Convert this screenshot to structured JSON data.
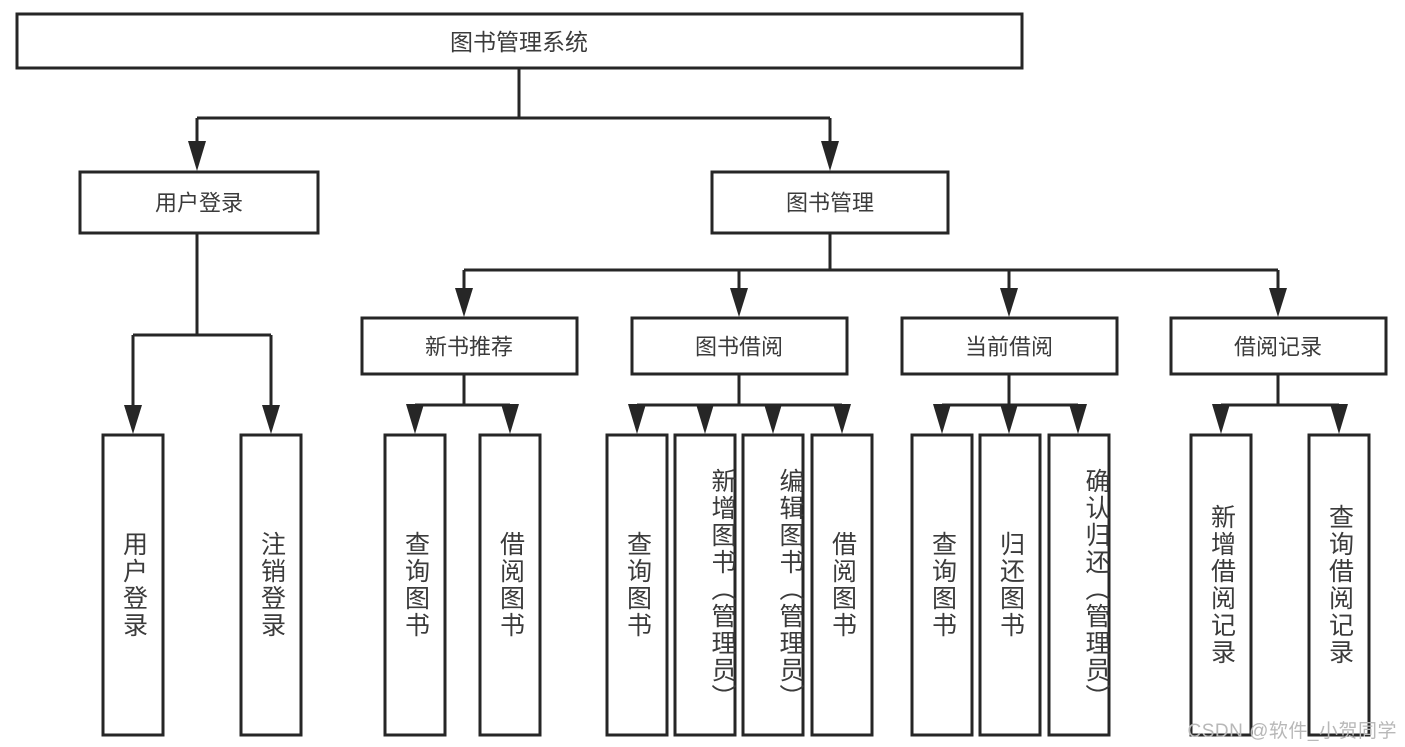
{
  "diagram": {
    "type": "tree",
    "title": "图书管理系统",
    "watermark": "CSDN @软件_小贺同学",
    "levels": {
      "root": {
        "label": "图书管理系统"
      },
      "level2": [
        {
          "id": "user-login",
          "label": "用户登录"
        },
        {
          "id": "book-manage",
          "label": "图书管理"
        }
      ],
      "level3": [
        {
          "id": "new-book-rec",
          "label": "新书推荐"
        },
        {
          "id": "book-borrow",
          "label": "图书借阅"
        },
        {
          "id": "current-borrow",
          "label": "当前借阅"
        },
        {
          "id": "borrow-record",
          "label": "借阅记录"
        }
      ],
      "leaves": {
        "user_login": [
          {
            "id": "leaf-user-login",
            "label": "用户登录"
          },
          {
            "id": "leaf-logout",
            "label": "注销登录"
          }
        ],
        "new_book_rec": [
          {
            "id": "leaf-query-book-1",
            "label": "查询图书"
          },
          {
            "id": "leaf-borrow-book-1",
            "label": "借阅图书"
          }
        ],
        "book_borrow": [
          {
            "id": "leaf-query-book-2",
            "label": "查询图书"
          },
          {
            "id": "leaf-add-book",
            "label": "新增图书（管理员）"
          },
          {
            "id": "leaf-edit-book",
            "label": "编辑图书（管理员）"
          },
          {
            "id": "leaf-borrow-book-2",
            "label": "借阅图书"
          }
        ],
        "current_borrow": [
          {
            "id": "leaf-query-book-3",
            "label": "查询图书"
          },
          {
            "id": "leaf-return-book",
            "label": "归还图书"
          },
          {
            "id": "leaf-confirm-return",
            "label": "确认归还（管理员）"
          }
        ],
        "borrow_record": [
          {
            "id": "leaf-add-record",
            "label": "新增借阅记录"
          },
          {
            "id": "leaf-query-record",
            "label": "查询借阅记录"
          }
        ]
      }
    },
    "colors": {
      "box_stroke": "#262626",
      "box_fill": "#ffffff",
      "text": "#3b3b3b",
      "edge": "#262626",
      "watermark": "#b8b8b8",
      "background": "#ffffff"
    }
  }
}
